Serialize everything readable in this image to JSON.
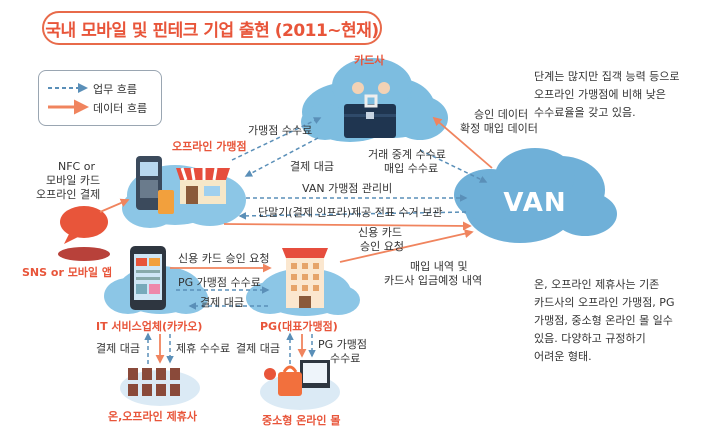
{
  "title": "국내 모바일 및 핀테크 기업 출현 (2011~현재)",
  "legend": {
    "business_flow": "업무 흐름",
    "data_flow": "데이터 흐름"
  },
  "nodes": {
    "card_company": "카드사",
    "van": "VAN",
    "offline_merchant": "오프라인 가맹점",
    "sns_mobile_app": "SNS or 모바일 앱",
    "it_service": "IT 서비스업체(카카오)",
    "pg": "PG(대표가맹점)",
    "partner_store": "온,오프라인 제휴사",
    "online_mall": "중소형 온라인 몰"
  },
  "flows": {
    "merchant_fee": "가맹점 수수료",
    "payment_settlement": "결제 대금",
    "relay_fee": "거래 중계 수수료",
    "purchase_fee": "매입 수수료",
    "approval_data": "승인 데이터",
    "confirmed_purchase_data": "확정 매입 데이터",
    "van_merchant_mgmt": "VAN 가맹점 관리비",
    "terminal_service": "단말기(결제 인프라)제공 전표 수거 보관",
    "credit_card_1": "신용 카드",
    "credit_card_2": "승인 요청",
    "purchase_detail_1": "매입 내역 및",
    "purchase_detail_2": "카드사 입금예정 내역",
    "credit_approval_request": "신용 카드 승인 요청",
    "pg_merchant_fee": "PG 가맹점 수수료",
    "payment_settlement_2": "결제 대금",
    "nfc_1": "NFC or",
    "nfc_2": "모바일 카드",
    "nfc_3": "오프라인 결제",
    "bottom_payment_1": "결제 대금",
    "bottom_partner_fee": "제휴 수수료",
    "bottom_payment_2": "결제 대금",
    "bottom_pg_fee_1": "PG 가맹점",
    "bottom_pg_fee_2": "수수료"
  },
  "notes": {
    "top": [
      "단계는 많지만 집객 능력 등으로",
      "오프라인 가맹점에 비해 낮은",
      "수수료율을 갖고 있음."
    ],
    "bottom": [
      "온, 오프라인 제휴사는 기존",
      "카드사의 오프라인 가맹점, PG",
      "가맹점, 중소형 온라인 몰 일수",
      "있음. 다양하고 규정하기",
      "어려운 형태."
    ]
  },
  "colors": {
    "accent": "#e8553a",
    "cloud": "#6fb5da",
    "cloud_light": "#8cc6e6",
    "dashed_arrow": "#5a8fb8",
    "data_arrow": "#f0845e"
  }
}
